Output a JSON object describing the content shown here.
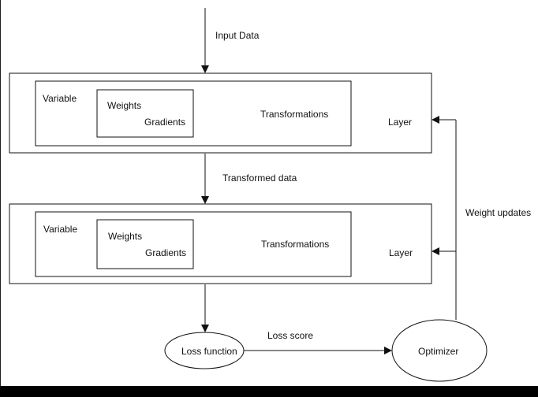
{
  "labels": {
    "input_data": "Input Data",
    "transformed_data": "Transformed data",
    "weight_updates": "Weight updates",
    "loss_score": "Loss score"
  },
  "layer_1": {
    "variable": "Variable",
    "weights": "Weights",
    "gradients": "Gradients",
    "transformations": "Transformations",
    "layer": "Layer"
  },
  "layer_2": {
    "variable": "Variable",
    "weights": "Weights",
    "gradients": "Gradients",
    "transformations": "Transformations",
    "layer": "Layer"
  },
  "nodes": {
    "loss_function": "Loss function",
    "optimizer": "Optimizer"
  }
}
